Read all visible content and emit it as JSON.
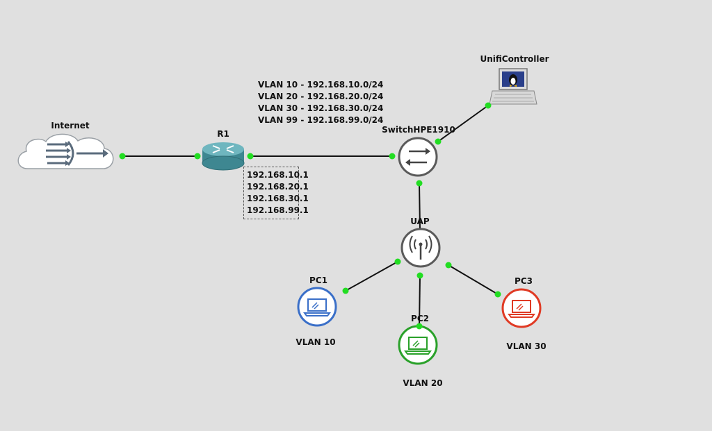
{
  "nodes": {
    "internet": {
      "label": "Internet",
      "icon": "cloud-icon"
    },
    "r1": {
      "label": "R1",
      "icon": "router-icon"
    },
    "switch": {
      "label": "SwitchHPE1910",
      "icon": "switch-icon"
    },
    "controller": {
      "label": "UnifiController",
      "icon": "linux-laptop-icon"
    },
    "uap": {
      "label": "UAP",
      "icon": "wireless-ap-icon"
    },
    "pc1": {
      "label": "PC1",
      "vlan": "VLAN 10",
      "color": "#3a6fc8"
    },
    "pc2": {
      "label": "PC2",
      "vlan": "VLAN 20",
      "color": "#2aa12a"
    },
    "pc3": {
      "label": "PC3",
      "vlan": "VLAN 30",
      "color": "#e03a24"
    }
  },
  "vlan_notes": [
    "VLAN 10 - 192.168.10.0/24",
    "VLAN 20 - 192.168.20.0/24",
    "VLAN 30 - 192.168.30.0/24",
    "VLAN 99 - 192.168.99.0/24"
  ],
  "r1_addresses": [
    "192.168.10.1",
    "192.168.20.1",
    "192.168.30.1",
    "192.168.99.1"
  ],
  "colors": {
    "link": "#111111",
    "port": "#22dd22",
    "canvas": "#e0e0e0"
  }
}
